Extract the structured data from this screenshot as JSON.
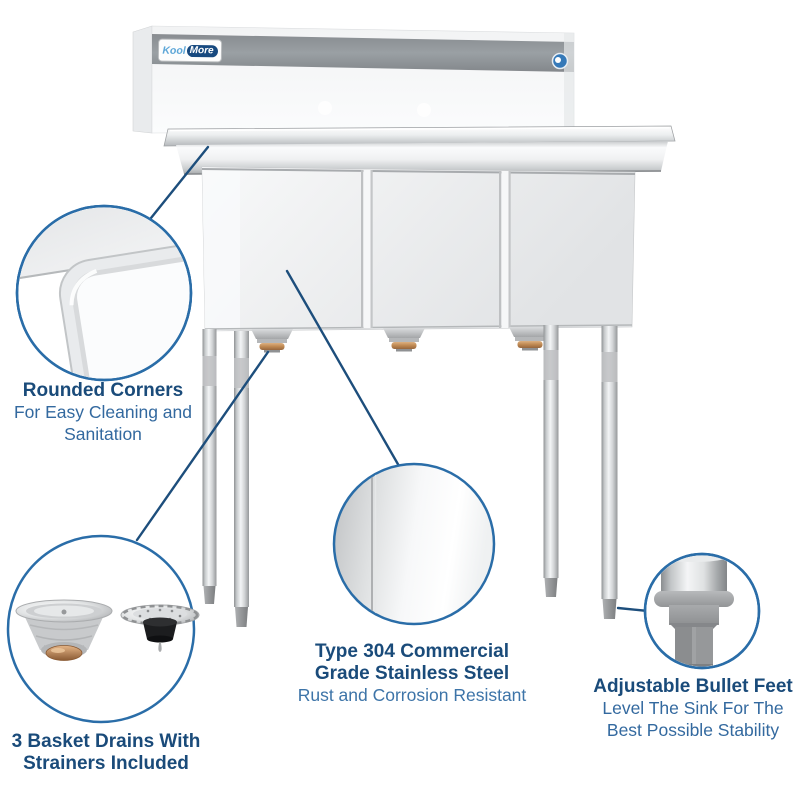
{
  "brand": {
    "kool": "Kool",
    "more": "More"
  },
  "callouts": {
    "rounded_corners": {
      "title": "Rounded Corners",
      "line2": "For Easy Cleaning and",
      "line3": "Sanitation"
    },
    "basket_drains": {
      "line1": "3 Basket Drains With",
      "line2": "Strainers Included"
    },
    "stainless_steel": {
      "title1": "Type 304 Commercial",
      "title2": "Grade Stainless Steel",
      "subtitle": "Rust and Corrosion Resistant"
    },
    "bullet_feet": {
      "title": "Adjustable Bullet Feet",
      "line2": "Level The Sink For The",
      "line3": "Best Possible Stability"
    }
  },
  "colors": {
    "accent_circle_blue": "#2a6da8",
    "connector_blue": "#1d4e7c",
    "text_bold_blue": "#1a4b7a",
    "text_regular_blue": "#33699f",
    "backsplash_band_gray": "#94989c",
    "brass": "#bf8952",
    "stainless_light": "#f2f3f4"
  }
}
